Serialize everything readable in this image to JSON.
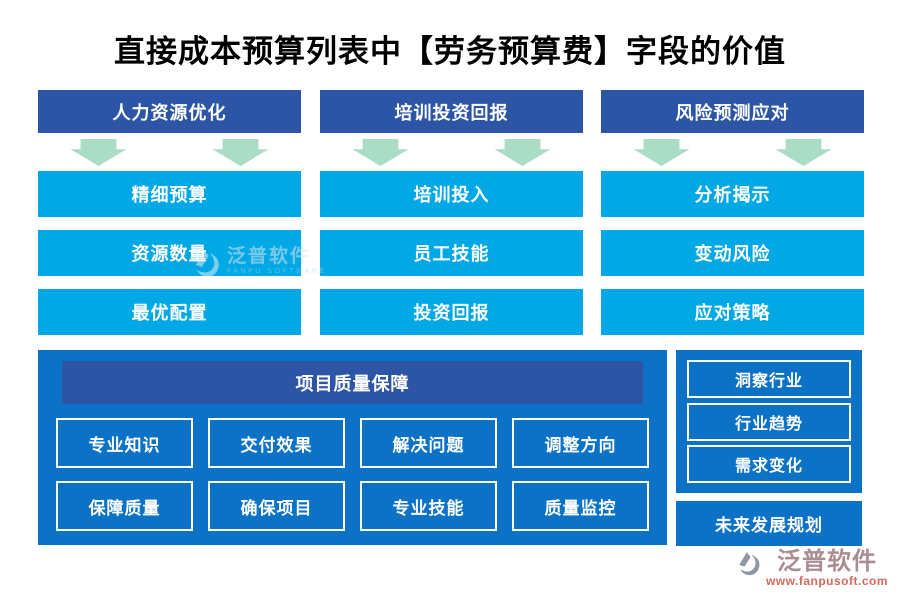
{
  "title": "直接成本预算列表中【劳务预算费】字段的价值",
  "columns": [
    {
      "header": "人力资源优化",
      "items": [
        "精细预算",
        "资源数量",
        "最优配置"
      ]
    },
    {
      "header": "培训投资回报",
      "items": [
        "培训投入",
        "员工技能",
        "投资回报"
      ]
    },
    {
      "header": "风险预测应对",
      "items": [
        "分析揭示",
        "变动风险",
        "应对策略"
      ]
    }
  ],
  "quality_panel": {
    "header": "项目质量保障",
    "items": [
      "专业知识",
      "交付效果",
      "解决问题",
      "调整方向",
      "保障质量",
      "确保项目",
      "专业技能",
      "质量监控"
    ]
  },
  "industry_panel": {
    "items": [
      "洞察行业",
      "行业趋势",
      "需求变化"
    ]
  },
  "future_panel": {
    "label": "未来发展规划"
  },
  "watermark": {
    "name": "泛普软件",
    "subtitle": "FANPU SOFTWARE"
  },
  "brand": {
    "name": "泛普软件",
    "url": "www.fanpusoft.com"
  },
  "colors": {
    "title": "#000000",
    "header_blue": "#2d55a5",
    "cyan": "#00a8e6",
    "panel_blue": "#0b72c6",
    "arrow_green": "#abdcc6",
    "brand_name": "#aa8d90",
    "brand_url": "#d4695f"
  }
}
